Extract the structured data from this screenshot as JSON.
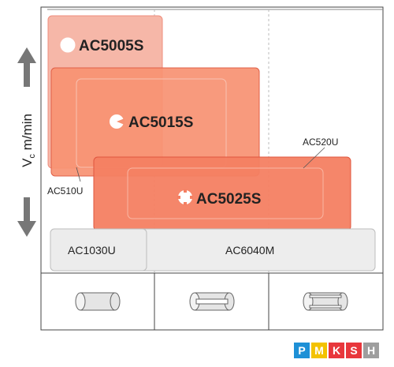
{
  "axis": {
    "y_label": "V",
    "y_label_subscript": "c",
    "y_label_unit": " m/min"
  },
  "grades": {
    "ac5005s": "AC5005S",
    "ac5015s": "AC5015S",
    "ac5025s": "AC5025S",
    "ac510u": "AC510U",
    "ac520u": "AC520U",
    "ac1030u": "AC1030U",
    "ac6040m": "AC6040M"
  },
  "workpiece_shapes": [
    "continuous-cut-cylinder-icon",
    "light-interrupted-cylinder-icon",
    "heavy-interrupted-cylinder-icon"
  ],
  "material_badges": [
    {
      "letter": "P",
      "color": "#1e90d6"
    },
    {
      "letter": "M",
      "color": "#f3c200"
    },
    {
      "letter": "K",
      "color": "#e8373c"
    },
    {
      "letter": "S",
      "color": "#e8373c"
    },
    {
      "letter": "H",
      "color": "#9e9e9e"
    }
  ],
  "colors": {
    "ac5005s_fill": "#f5b4a4",
    "ac5015s_fill": "#f79070",
    "ac5025s_fill": "#f58062",
    "box_border": "#e05a45",
    "gray_fill": "#ececec"
  }
}
